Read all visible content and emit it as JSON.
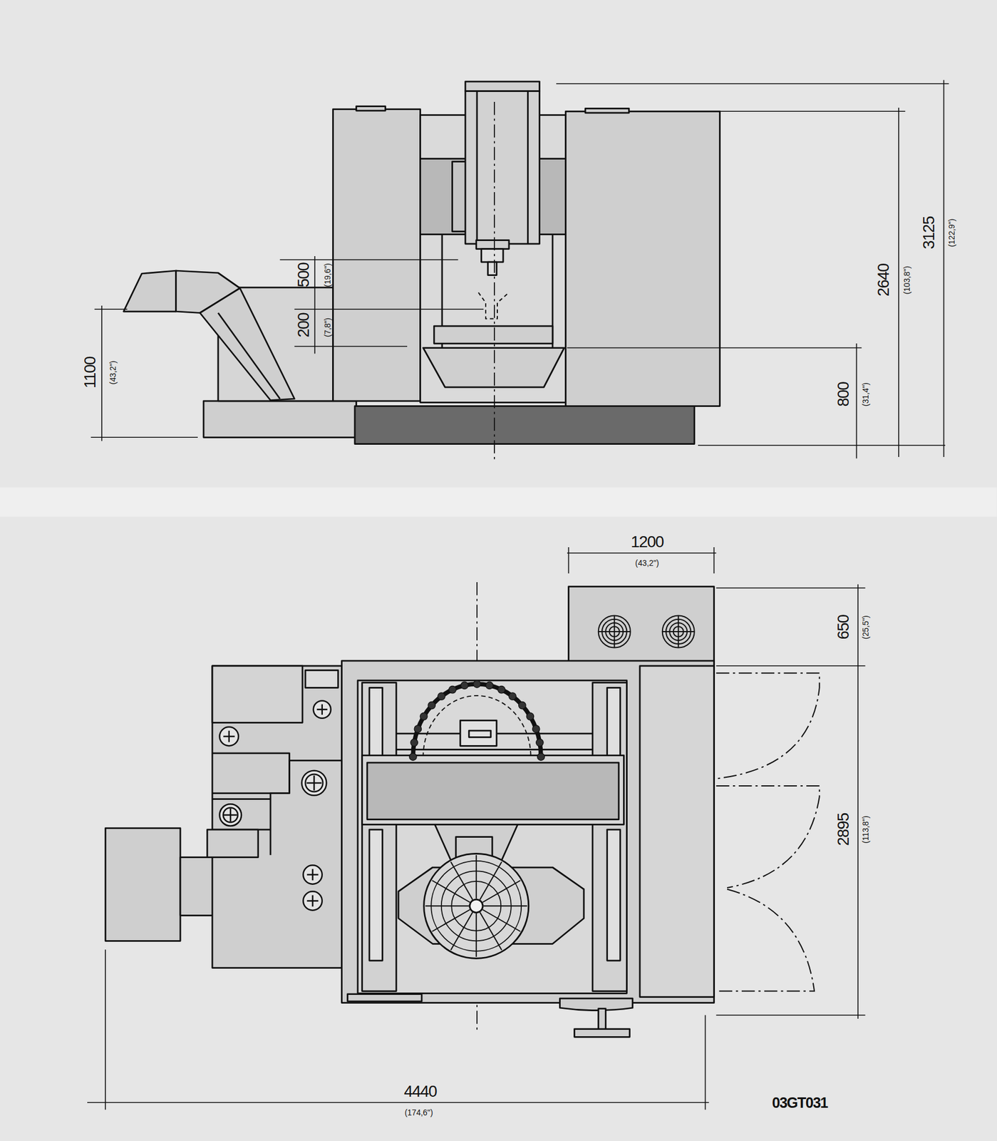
{
  "diagram": {
    "labels": [
      "500",
      "(19,6\")",
      "200",
      "(7,8\")",
      "1100",
      "(43,2\")",
      "800",
      "(31,4\")",
      "2640",
      "(103,8\")",
      "3125",
      "(122,9\")",
      "1200",
      "(43,2\")",
      "650",
      "(25,5\")",
      "2895",
      "(113,8\")",
      "4440",
      "(174,6\")",
      "03GT031"
    ]
  }
}
